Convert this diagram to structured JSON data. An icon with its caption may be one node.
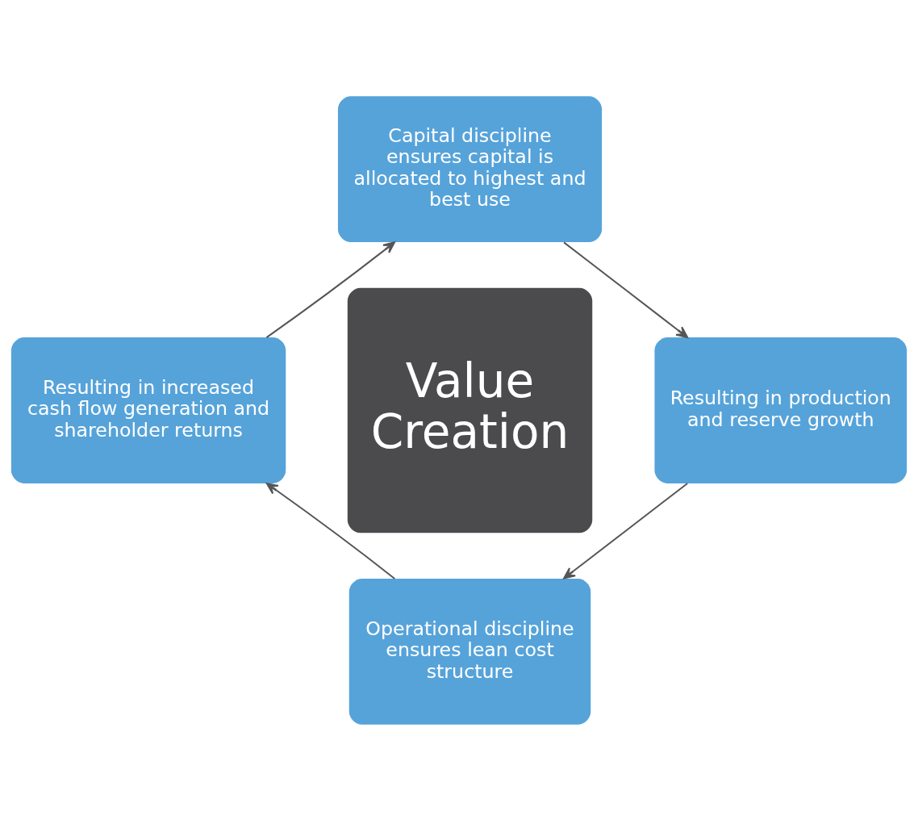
{
  "diagram": {
    "nodes": [
      {
        "text": [
          "Value Creation"
        ]
      },
      {
        "text": [
          "Capital discipline ensures capital is allocated to highest and best use"
        ]
      },
      {
        "text": [
          "Resulting in production and reserve growth"
        ]
      },
      {
        "text": [
          "Operational discipline ensures lean cost structure"
        ]
      },
      {
        "text": [
          "Resulting in increased cash flow generation and shareholder returns"
        ]
      }
    ],
    "edges": [
      {
        "from": 1,
        "to": 2,
        "arrow": "to"
      },
      {
        "from": 2,
        "to": 3,
        "arrow": "to"
      },
      {
        "from": 3,
        "to": 4,
        "arrow": "to"
      },
      {
        "from": 4,
        "to": 1,
        "arrow": "to"
      }
    ]
  }
}
